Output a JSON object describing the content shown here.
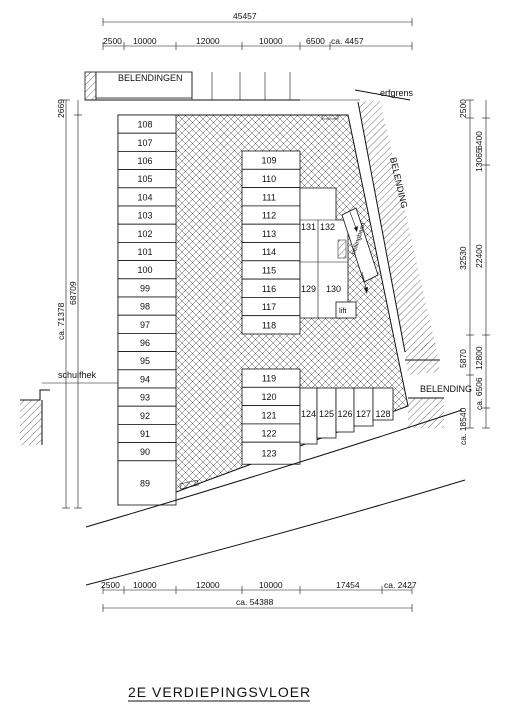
{
  "title": "2E VERDIEPINGSVLOER",
  "labels": {
    "belendingen": "BELENDINGEN",
    "erfgrens": "erfgrens",
    "belending_right": "BELENDING",
    "belending_diag": "BELENDING",
    "schuifhek": "schuifhek",
    "lift": "lift",
    "hellingbaan": "hellingbaan"
  },
  "dims_top": {
    "total": "45457",
    "parts": [
      "2500",
      "10000",
      "12000",
      "10000",
      "6500",
      "ca. 4457"
    ]
  },
  "dims_bottom": {
    "total": "ca. 54388",
    "parts": [
      "2500",
      "10000",
      "12000",
      "10000",
      "17454",
      "ca. 2427"
    ]
  },
  "dims_left": [
    "2669",
    "ca. 71378",
    "68709"
  ],
  "dims_right_outer": [
    "2500",
    "32530",
    "5870",
    "ca. 18540"
  ],
  "dims_right_inner": [
    "6400",
    "13065",
    "22400",
    "12800",
    "ca. 6506"
  ],
  "spaces_left": [
    "108",
    "107",
    "106",
    "105",
    "104",
    "103",
    "102",
    "101",
    "100",
    "99",
    "98",
    "97",
    "96",
    "95",
    "94",
    "93",
    "92",
    "91",
    "90",
    "89"
  ],
  "spaces_center_top": [
    "109",
    "110",
    "111",
    "112",
    "113",
    "114",
    "115",
    "116",
    "117",
    "118"
  ],
  "spaces_center_bottom": [
    "119",
    "120",
    "121",
    "122",
    "123"
  ],
  "spaces_bottom_row": [
    "124",
    "125",
    "126",
    "127",
    "128"
  ],
  "spaces_core": [
    "131",
    "132",
    "129",
    "130"
  ]
}
